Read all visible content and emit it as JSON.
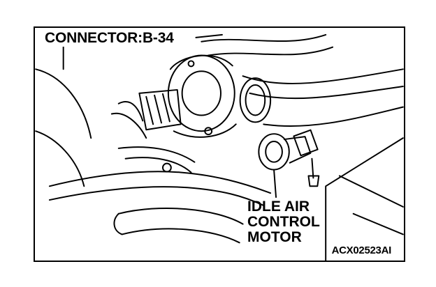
{
  "diagram": {
    "connector_label": "CONNECTOR:B-34",
    "callout_lines": [
      "IDLE AIR",
      "CONTROL",
      "MOTOR"
    ],
    "figure_code": "ACX02523AI",
    "colors": {
      "ink": "#000000",
      "paper": "#ffffff"
    }
  }
}
